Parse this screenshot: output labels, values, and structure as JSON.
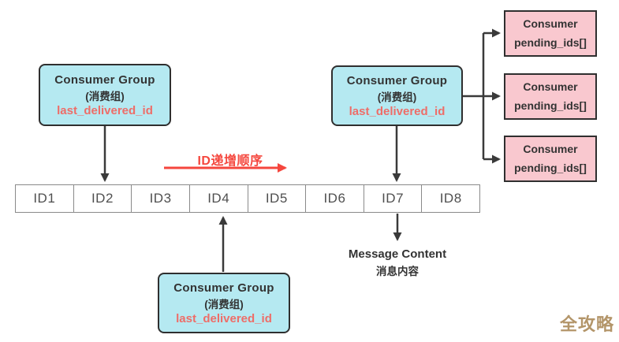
{
  "colors": {
    "background": "#ffffff",
    "group_fill": "#b5e9f1",
    "consumer_fill": "#f9c8cf",
    "box_border": "#2f2f2f",
    "line_dark": "#3a3a3a",
    "accent_red": "#f5463d",
    "field_red": "#ee6d68",
    "text_dark": "#333333",
    "id_text": "#4f4f4f",
    "strip_border": "#8a8a8a",
    "watermark_gold": "#b39569"
  },
  "consumer_groups": [
    {
      "title": "Consumer Group",
      "subtitle": "(消费组)",
      "field": "last_delivered_id"
    },
    {
      "title": "Consumer Group",
      "subtitle": "(消费组)",
      "field": "last_delivered_id"
    },
    {
      "title": "Consumer Group",
      "subtitle": "(消费组)",
      "field": "last_delivered_id"
    }
  ],
  "consumers": [
    {
      "title": "Consumer",
      "field": "pending_ids[]"
    },
    {
      "title": "Consumer",
      "field": "pending_ids[]"
    },
    {
      "title": "Consumer",
      "field": "pending_ids[]"
    }
  ],
  "stream": {
    "ids": [
      "ID1",
      "ID2",
      "ID3",
      "ID4",
      "ID5",
      "ID6",
      "ID7",
      "ID8"
    ]
  },
  "order_arrow_label": "ID递增顺序",
  "message_content": {
    "line1": "Message Content",
    "line2": "消息内容"
  },
  "watermark": "全攻略"
}
